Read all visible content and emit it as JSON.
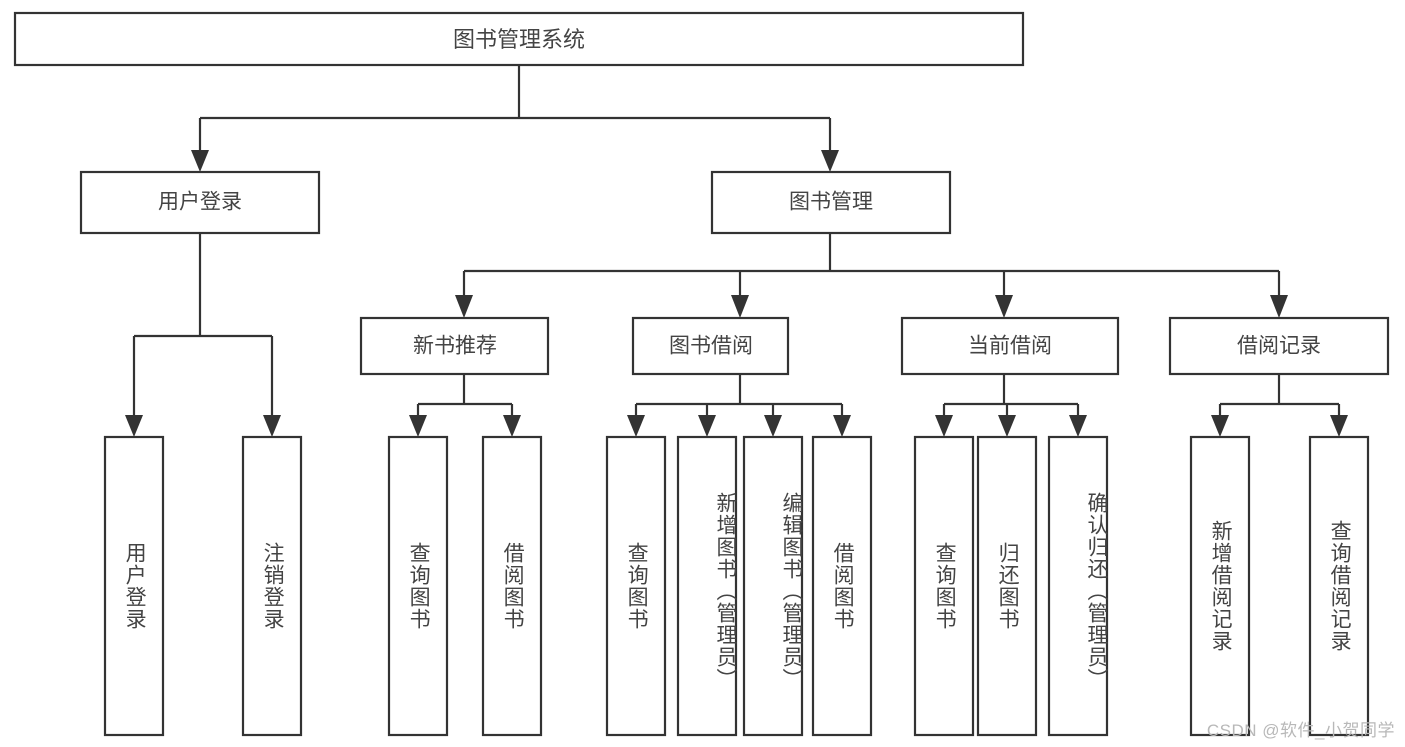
{
  "diagram": {
    "type": "tree-hierarchy-diagram",
    "title": "图书管理系统",
    "orientation": "top-down",
    "colors": {
      "box_stroke": "#333333",
      "box_fill": "#ffffff",
      "text": "#444444",
      "background": "#ffffff",
      "watermark": "#b8b8b8"
    },
    "root": {
      "label": "图书管理系统"
    },
    "level2": [
      {
        "label": "用户登录"
      },
      {
        "label": "图书管理"
      }
    ],
    "level3": [
      {
        "label": "新书推荐"
      },
      {
        "label": "图书借阅"
      },
      {
        "label": "当前借阅"
      },
      {
        "label": "借阅记录"
      }
    ],
    "leaves_user_login": [
      {
        "label": "用户登录"
      },
      {
        "label": "注销登录"
      }
    ],
    "leaves_new_book": [
      {
        "label": "查询图书"
      },
      {
        "label": "借阅图书"
      }
    ],
    "leaves_borrow": [
      {
        "label": "查询图书"
      },
      {
        "label": "新增图书（管理员）"
      },
      {
        "label": "编辑图书（管理员）"
      },
      {
        "label": "借阅图书"
      }
    ],
    "leaves_current": [
      {
        "label": "查询图书"
      },
      {
        "label": "归还图书"
      },
      {
        "label": "确认归还（管理员）"
      }
    ],
    "leaves_record": [
      {
        "label": "新增借阅记录"
      },
      {
        "label": "查询借阅记录"
      }
    ]
  },
  "watermark": {
    "text": "CSDN @软件_小贺同学"
  }
}
